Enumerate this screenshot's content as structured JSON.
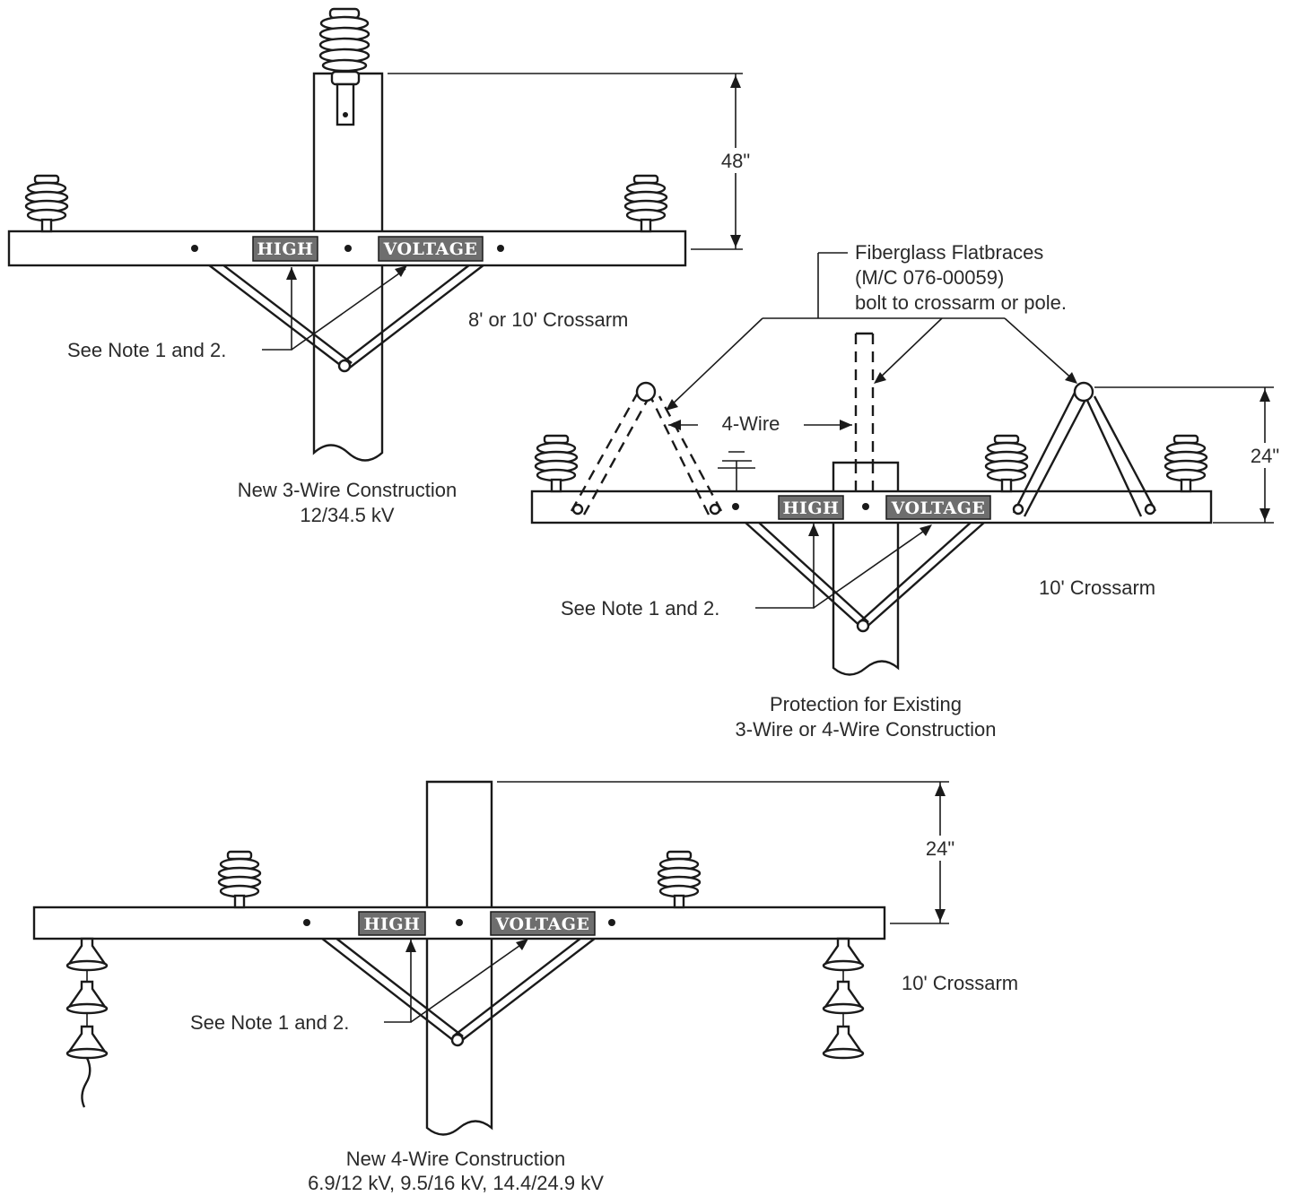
{
  "diagrams": {
    "three_wire": {
      "title_line1": "New 3-Wire Construction",
      "title_line2": "12/34.5 kV",
      "crossarm_label": "8' or 10' Crossarm",
      "dimension": "48\"",
      "note": "See Note 1 and 2.",
      "sign_left": "HIGH",
      "sign_right": "VOLTAGE"
    },
    "existing": {
      "title_line1": "Protection for Existing",
      "title_line2": "3-Wire or 4-Wire Construction",
      "crossarm_label": "10' Crossarm",
      "dimension": "24\"",
      "wire_label": "4-Wire",
      "note": "See Note 1 and 2.",
      "brace_line1": "Fiberglass Flatbraces",
      "brace_line2": "(M/C 076-00059)",
      "brace_line3": "bolt to crossarm or pole.",
      "sign_left": "HIGH",
      "sign_right": "VOLTAGE"
    },
    "four_wire": {
      "title_line1": "New 4-Wire Construction",
      "title_line2": "6.9/12 kV, 9.5/16 kV, 14.4/24.9 kV",
      "crossarm_label": "10' Crossarm",
      "dimension": "24\"",
      "note": "See Note 1 and 2.",
      "sign_left": "HIGH",
      "sign_right": "VOLTAGE"
    }
  }
}
